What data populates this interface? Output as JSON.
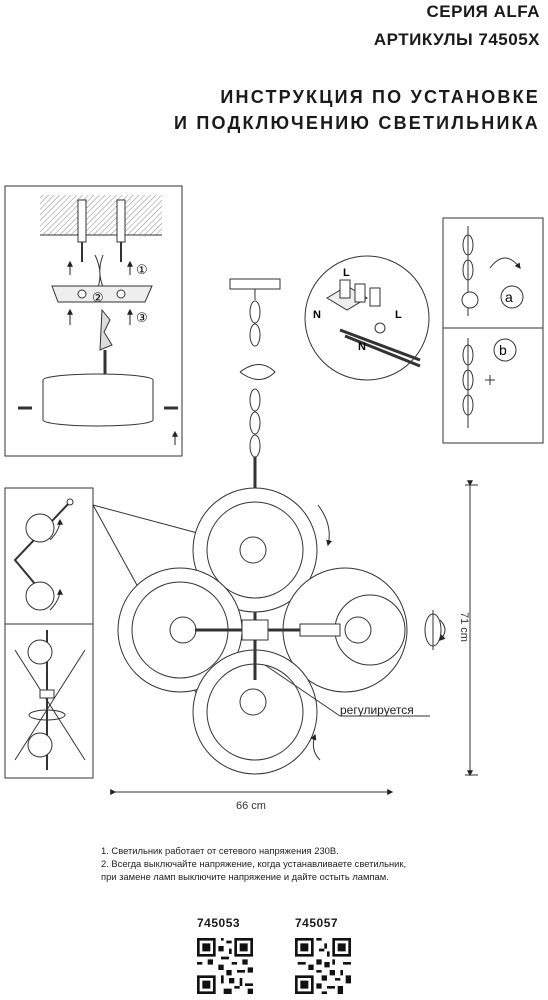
{
  "header": {
    "series": "СЕРИЯ ALFA",
    "articles": "АРТИКУЛЫ 74505X"
  },
  "title": {
    "line1": "ИНСТРУКЦИЯ ПО УСТАНОВКЕ",
    "line2": "И ПОДКЛЮЧЕНИЮ СВЕТИЛЬНИКА"
  },
  "mounting": {
    "step1": "①",
    "step2": "②",
    "step3": "③"
  },
  "wiring": {
    "l_top": "L",
    "n_top": "N",
    "l_bottom": "L",
    "n_bottom": "N"
  },
  "chain_detail": {
    "label_a": "a",
    "label_b": "b"
  },
  "dimensions": {
    "height": "71 cm",
    "width": "66 cm"
  },
  "adjust_label": "регулируется",
  "notes": [
    "1. Светильник работает от сетевого напряжения 230В.",
    "2. Всегда выключайте напряжение, когда устанавливаете светильник,",
    "при замене ламп выключите напряжение и дайте остыть лампам."
  ],
  "codes": [
    "745053",
    "745057"
  ],
  "colors": {
    "ink": "#1a1a1a",
    "line": "#333333",
    "hatch": "#999999"
  }
}
